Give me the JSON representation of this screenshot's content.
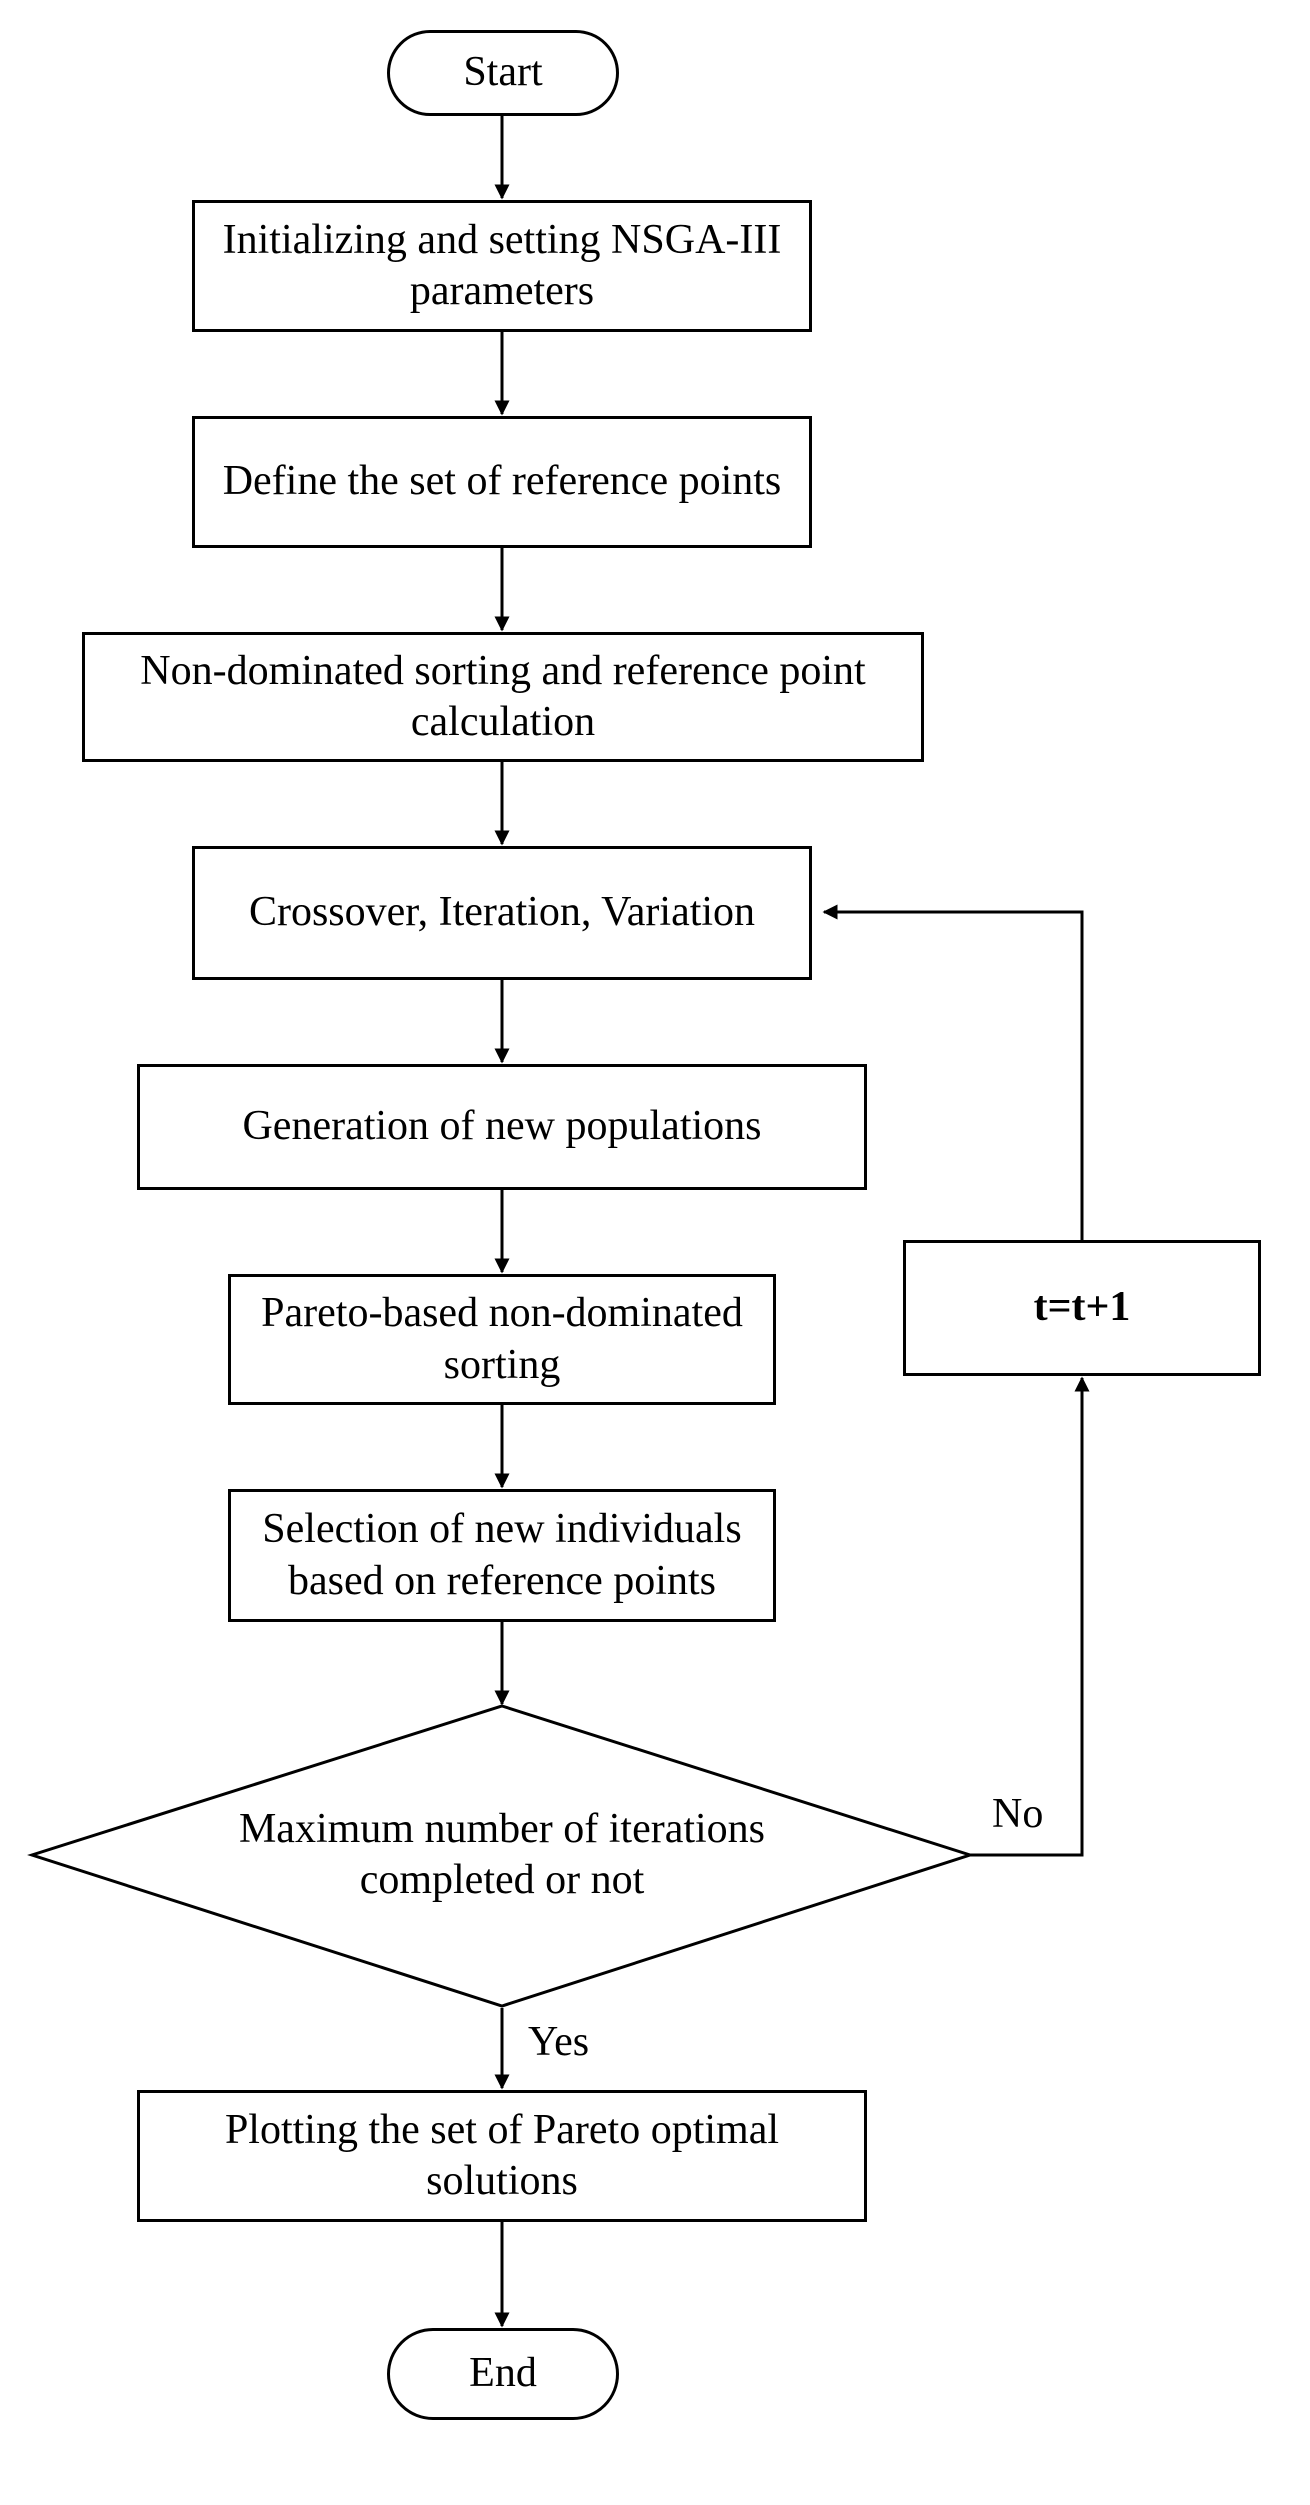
{
  "nodes": {
    "start": "Start",
    "init": "Initializing and setting NSGA-III parameters",
    "define_ref": "Define the set of reference points",
    "sorting_ref": "Non-dominated sorting and reference point calculation",
    "crossover": "Crossover, Iteration, Variation",
    "generation": "Generation of new populations",
    "pareto_sort": "Pareto-based non-dominated sorting",
    "selection": "Selection of new individuals based on reference points",
    "decision": "Maximum number of iterations completed or not",
    "increment": "t=t+1",
    "plot": "Plotting the set of Pareto optimal solutions",
    "end": "End"
  },
  "edges": {
    "no_label": "No",
    "yes_label": "Yes"
  }
}
